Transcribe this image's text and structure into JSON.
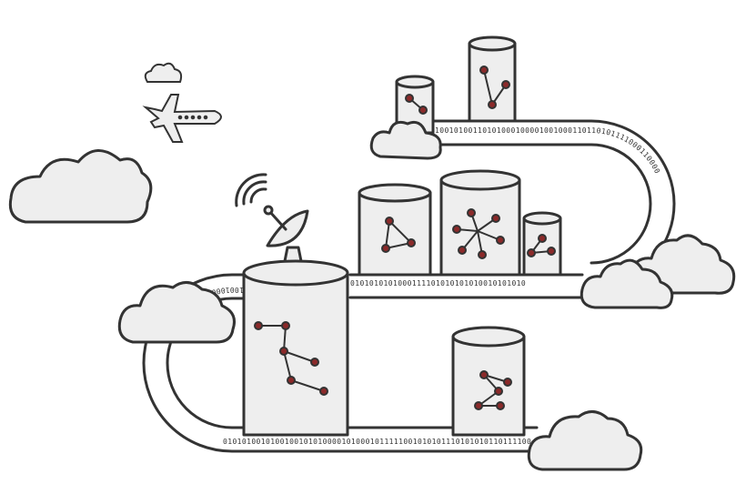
{
  "colors": {
    "outline": "#333333",
    "fill": "#eeeeee",
    "node": "#8b2a2a",
    "background": "#ffffff"
  },
  "icons": [
    "cloud-icon",
    "airplane-icon",
    "satellite-dish-icon",
    "signal-waves-icon",
    "database-cylinder-icon",
    "network-graph-icon"
  ],
  "pipes": {
    "top_binary": "10010100110101000100001001000110110101111000110000",
    "middle_binary": "0101010101000111101010101010010101010",
    "left_binary": "10010001101101001010101",
    "bottom_binary": "0101010010100100101010000101000101111100101010111010101011011110000"
  }
}
